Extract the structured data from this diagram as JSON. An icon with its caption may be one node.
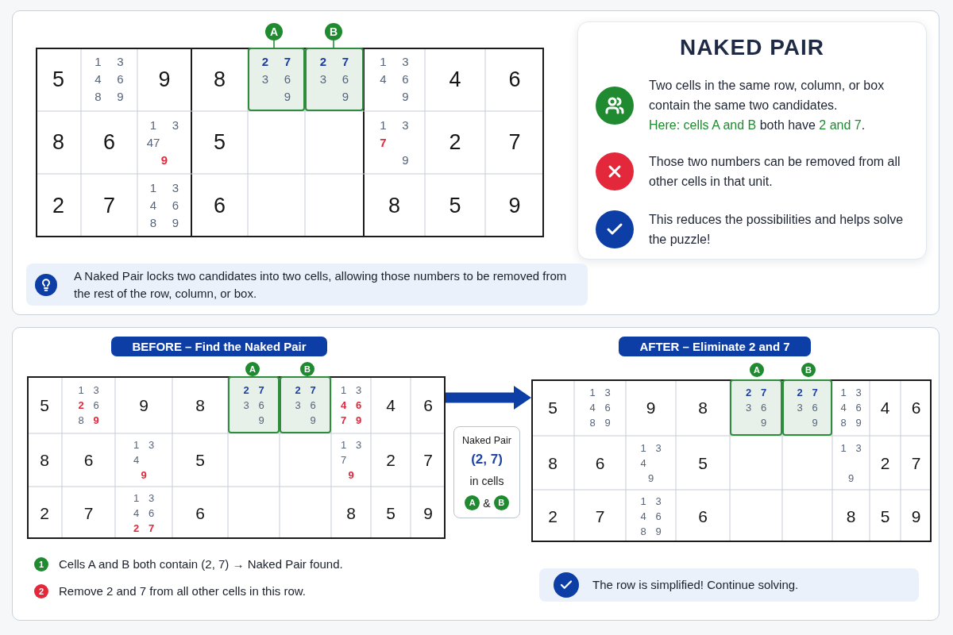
{
  "diagram": {
    "nodes": [
      {
        "text": [],
        "shape": "box"
      },
      {
        "text": [],
        "shape": "box",
        "in": 0
      },
      {
        "text": [
          "A"
        ],
        "in": 0
      },
      {
        "text": [
          "B"
        ],
        "in": 0
      },
      {
        "text": [
          "**2** **7** 3 6 9"
        ],
        "in": 1
      },
      {
        "text": [
          "**2** **7** 3 6 9"
        ],
        "in": 1
      },
      {
        "text": [
          "NAKED PAIR",
          "Two cells in the same row, column, or box contain the same two candidates.",
          "**Here: cells A and B** both have **2 and 7**.",
          "Those two numbers can be removed from all other cells in that unit.",
          "This reduces the possibilities and helps solve the puzzle!"
        ],
        "in": 0
      },
      {
        "text": [
          "A Naked Pair locks two candidates into two cells, allowing those numbers to be removed from the rest of the row, column, or box."
        ],
        "in": 0
      },
      {
        "text": [],
        "shape": "box"
      },
      {
        "text": [
          "BEFORE – Find the Naked Pair"
        ],
        "in": 8
      },
      {
        "text": [],
        "shape": "box",
        "in": 8
      },
      {
        "text": [
          "A"
        ],
        "in": 8
      },
      {
        "text": [
          "B"
        ],
        "in": 8
      },
      {
        "text": [
          "**2** **7** 3 6 9"
        ],
        "in": 10
      },
      {
        "text": [
          "**2** **7** 3 6 9"
        ],
        "in": 10
      },
      {
        "text": [
          "AFTER – Eliminate 2 and 7"
        ],
        "in": 8
      },
      {
        "text": [],
        "shape": "box",
        "in": 8
      },
      {
        "text": [
          "A"
        ],
        "in": 8
      },
      {
        "text": [
          "B"
        ],
        "in": 8
      },
      {
        "text": [
          "**2** **7** 3 6 9"
        ],
        "in": 16
      },
      {
        "text": [
          "**2** **7** 3 6 9"
        ],
        "in": 16
      },
      {
        "text": [
          "Naked Pair",
          "(2, 7)",
          "in cells",
          "&"
        ],
        "in": 8
      },
      {
        "text": [
          "A"
        ],
        "in": 21
      },
      {
        "text": [
          "B"
        ],
        "in": 21
      },
      {
        "text": [
          "1"
        ],
        "beside": [
          "Cells A and B both contain (2, 7) → Naked Pair found."
        ],
        "in": 8
      },
      {
        "text": [
          "2"
        ],
        "beside": [
          "Remove 2 and 7 from all other cells in this row."
        ],
        "in": 8
      },
      {
        "text": [
          "The row is simplified! Continue solving."
        ],
        "in": 8
      }
    ],
    "edges": [
      {
        "from": 2,
        "to": 4,
        "arrow": "none"
      },
      {
        "from": 3,
        "to": 5,
        "arrow": "none"
      },
      {
        "from": 10,
        "to": 16,
        "arrow": "to",
        "style": "thick",
        "color": "#0c3ea6"
      }
    ],
    "labels": [
      "5",
      "1 3 4 6 8 9",
      "9",
      "8",
      "1 3 4 6 9",
      "4",
      "6",
      "8",
      "6",
      "1 3 47 **9**",
      "5",
      "1 3 **7** 9",
      "2",
      "7",
      "2",
      "7",
      "1 3 4 6 8 9",
      "6",
      "8",
      "5",
      "9",
      "5",
      "1 3 **2** 6 8 **9**",
      "9",
      "8",
      "1 3 **4** **6** **7** **9**",
      "4",
      "6",
      "8",
      "6",
      "1 3 4 **9**",
      "5",
      "1 3 7 **9**",
      "2",
      "7",
      "2",
      "7",
      "1 3 4 6 **2** **7**",
      "6",
      "8",
      "5",
      "9",
      "5",
      "1 3 4 6 8 9",
      "9",
      "8",
      "1 3 4 6 8 9",
      "4",
      "6",
      "8",
      "6",
      "1 3 4 9",
      "5",
      "1 3 9",
      "2",
      "7",
      "2",
      "7",
      "1 3 4 6 8 9",
      "6",
      "8",
      "5",
      "9"
    ]
  }
}
